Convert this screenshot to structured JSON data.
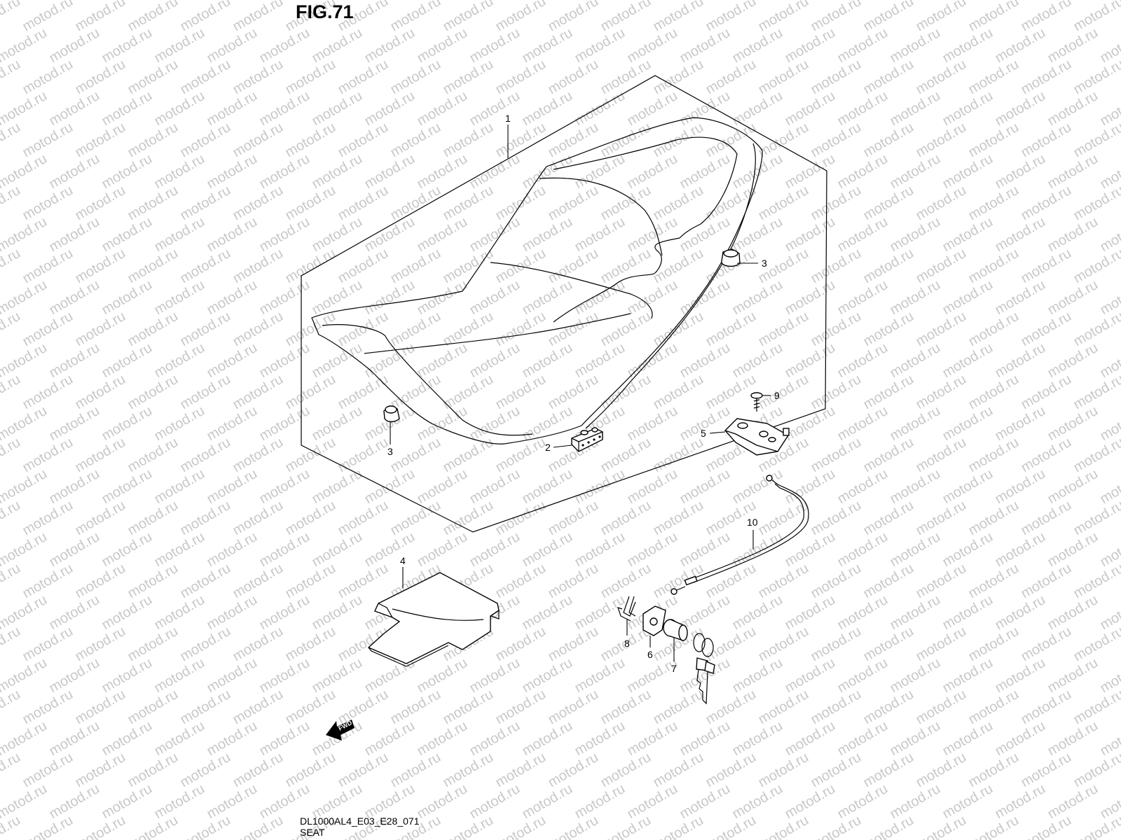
{
  "figure": {
    "title": "FIG.71",
    "code": "DL1000AL4_E03_E28_071",
    "caption": "SEAT"
  },
  "watermark": "motod.ru",
  "fwd_label": "FWD",
  "callouts": {
    "p1": "1",
    "p2": "2",
    "p3a": "3",
    "p3b": "3",
    "p4": "4",
    "p5": "5",
    "p6": "6",
    "p7": "7",
    "p8": "8",
    "p9": "9",
    "p10": "10"
  }
}
